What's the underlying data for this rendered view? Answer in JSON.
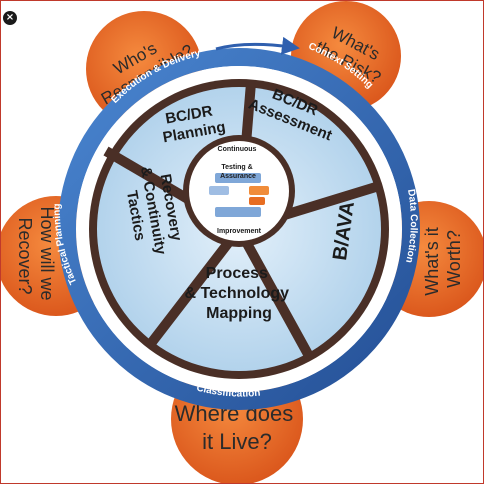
{
  "close_button": {
    "glyph": "×"
  },
  "petals": {
    "who": [
      "Who's",
      "Responsible?"
    ],
    "risk": [
      "What's",
      "the Risk?"
    ],
    "recover": [
      "How will we",
      "Recover?"
    ],
    "worth": [
      "What's it",
      "Worth?"
    ],
    "live": [
      "Where does",
      "it Live?"
    ]
  },
  "ring_labels": {
    "execution": "Execution & Delivery",
    "context": "Context Setting",
    "tactical": "Tactical Planning",
    "data": "Data Collection",
    "classification": "Classification"
  },
  "segments": {
    "bcdr_planning": [
      "BC/DR",
      "Planning"
    ],
    "bcdr_assessment": [
      "BC/DR",
      "Assessment"
    ],
    "bava": [
      "B/AVA"
    ],
    "process_tech": [
      "Process",
      "& Technology",
      "Mapping"
    ],
    "recovery": [
      "Recovery",
      "& Continuity",
      "Tactics"
    ]
  },
  "center": {
    "top": "Continuous",
    "mid": [
      "Testing &",
      "Assurance"
    ],
    "bottom": "Improvement"
  },
  "colors": {
    "petal": "#e8671f",
    "ring_blue": "#2f5fae",
    "segment_fill": "#bcd9ef",
    "divider_brown": "#4a2f26",
    "arrow_blue": "#2f6fbd"
  }
}
